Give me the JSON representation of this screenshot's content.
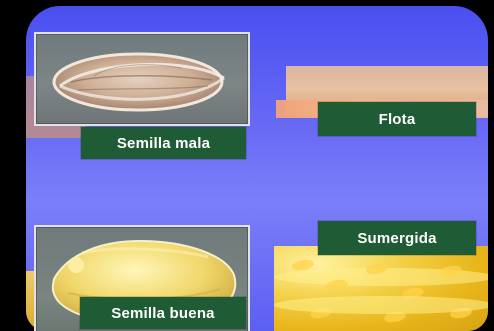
{
  "frame": {
    "labels": {
      "bad_seed": "Semilla mala",
      "floats": "Flota",
      "submerged": "Sumergida",
      "good_seed": "Semilla buena"
    },
    "colors": {
      "label_background": "#1f5b34",
      "label_text": "#ffffff",
      "background_blue": "#5c5ff2"
    }
  }
}
